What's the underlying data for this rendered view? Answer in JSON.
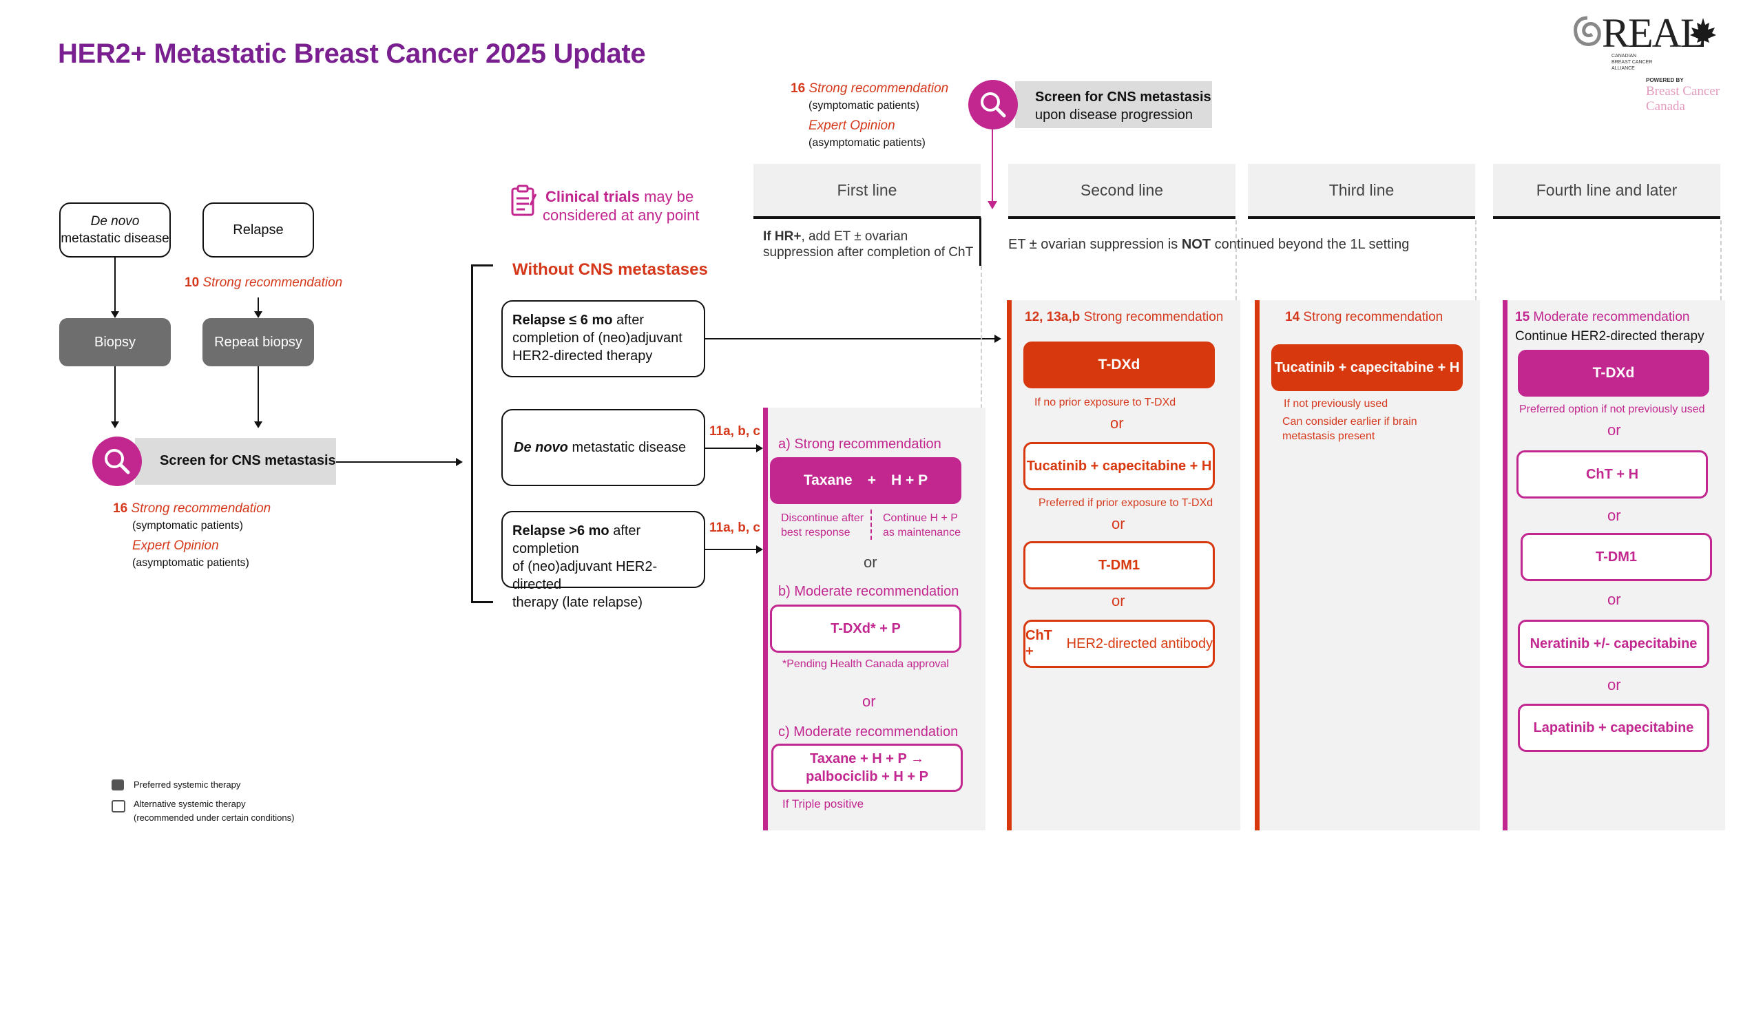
{
  "title": "HER2+ Metastatic Breast Cancer 2025 Update",
  "logo": {
    "word": "REAL",
    "lines": [
      "CANADIAN",
      "BREAST CANCER",
      "ALLIANCE"
    ],
    "powered": "POWERED BY",
    "brand": "Breast Cancer Canada"
  },
  "top_screen": {
    "rec_num": "16",
    "rec_text": "Strong recommendation",
    "rec_sub": "(symptomatic patients)",
    "expert": "Expert Opinion",
    "expert_sub": "(asymptomatic patients)",
    "label_bold": "Screen for CNS metastasis",
    "label_rest": "upon disease progression"
  },
  "left": {
    "denovo": {
      "italic": "De novo",
      "rest": "metastatic disease"
    },
    "relapse": "Relapse",
    "relapse_rec_num": "10",
    "relapse_rec": "Strong recommendation",
    "biopsy": "Biopsy",
    "repeat_biopsy": "Repeat biopsy",
    "screen": "Screen for CNS metastasis",
    "rec_num": "16",
    "rec": "Strong recommendation",
    "rec_sub": "(symptomatic patients)",
    "expert": "Expert Opinion",
    "expert_sub": "(asymptomatic patients)"
  },
  "clinical_trials": {
    "bold": "Clinical trials",
    "line1_rest": "may be",
    "line2": "considered at any point"
  },
  "without_cns": "Without CNS metastases",
  "scenarios": {
    "s1": {
      "bold": "Relapse ≤ 6 mo",
      "rest1": "after",
      "rest2": "completion of (neo)adjuvant",
      "rest3": "HER2-directed therapy"
    },
    "s2": {
      "italic": "De novo",
      "rest": "metastatic disease",
      "ref": "11a, b, c"
    },
    "s3": {
      "bold": "Relapse >6 mo",
      "rest1": "after completion",
      "rest2": "of (neo)adjuvant HER2-directed",
      "rest3": "therapy (late relapse)",
      "ref": "11a, b, c"
    }
  },
  "columns": {
    "first": "First line",
    "second": "Second line",
    "third": "Third line",
    "fourth": "Fourth line and later"
  },
  "hr_note": {
    "bold": "If HR+",
    "rest1": ", add ET ± ovarian",
    "rest2": "suppression after completion of ChT"
  },
  "et_note": {
    "pre": "ET ± ovarian suppression is ",
    "bold": "NOT",
    "post": " continued beyond the 1L setting"
  },
  "first_line": {
    "a_label": "a) Strong recommendation",
    "a_btn_left": "Taxane",
    "a_btn_plus": "+",
    "a_btn_right": "H + P",
    "a_left_note": [
      "Discontinue after",
      "best response"
    ],
    "a_right_note": [
      "Continue H + P",
      "as maintenance"
    ],
    "or1": "or",
    "b_label": "b) Moderate recommendation",
    "b_btn": "T-DXd* + P",
    "b_note": "*Pending Health Canada approval",
    "or2": "or",
    "c_label": "c) Moderate recommendation",
    "c_btn_l1": "Taxane   +   H + P →",
    "c_btn_l2": "palbociclib + H + P",
    "c_note": "If Triple positive"
  },
  "second_line": {
    "rec_num": "12, 13a,b",
    "rec": "Strong recommendation",
    "btn1": "T-DXd",
    "note1": "If no prior exposure to T-DXd",
    "or1": "or",
    "btn2": "Tucatinib + capecitabine + H",
    "note2": "Preferred if prior exposure to T-DXd",
    "or2": "or",
    "btn3": "T-DM1",
    "or3": "or",
    "btn4_bold": "ChT +",
    "btn4_rest": " HER2-directed antibody"
  },
  "third_line": {
    "rec_num": "14",
    "rec": "Strong recommendation",
    "btn1": "Tucatinib + capecitabine + H",
    "note1": "If not previously used",
    "note2": [
      "Can consider earlier  if brain",
      "metastasis  present"
    ]
  },
  "fourth_line": {
    "rec_num": "15",
    "rec": "Moderate recommendation",
    "sub": "Continue HER2-directed therapy",
    "btn1": "T-DXd",
    "note1": "Preferred option if not previously used",
    "or1": "or",
    "btn2": "ChT + H",
    "or2": "or",
    "btn3": "T-DM1",
    "or3": "or",
    "btn4": "Neratinib +/- capecitabine",
    "or4": "or",
    "btn5": "Lapatinib + capecitabine"
  },
  "legend": {
    "preferred": "Preferred systemic therapy",
    "alternative": "Alternative  systemic  therapy",
    "alternative_sub": "(recommended  under certain conditions)"
  },
  "colors": {
    "purple": "#7a1f8f",
    "pink": "#c2268f",
    "orange": "#d8380e",
    "grey": "#6e6e6e"
  }
}
